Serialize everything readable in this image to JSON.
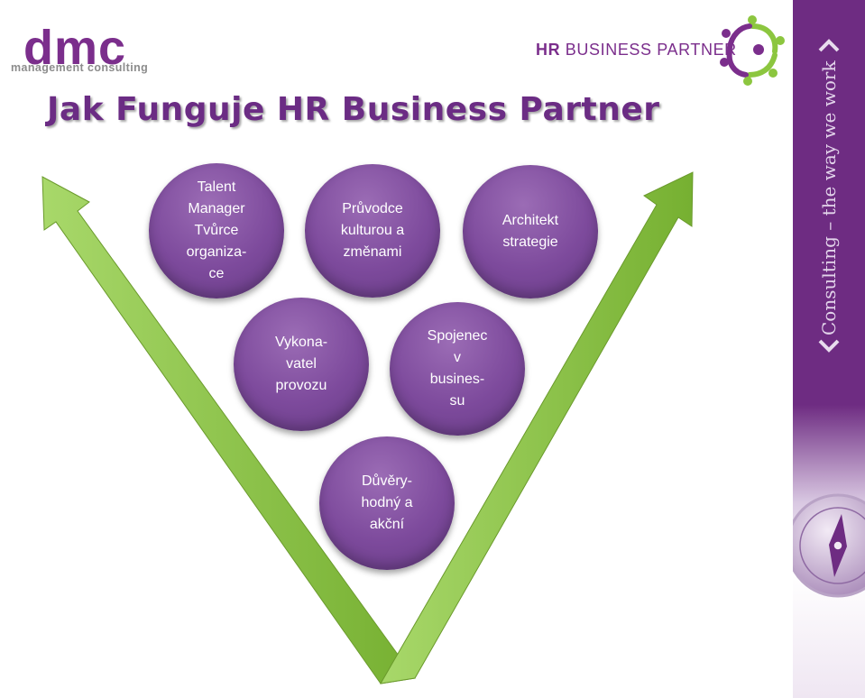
{
  "header": {
    "dmc_logo": {
      "word": "dmc",
      "tagline": "management consulting"
    },
    "hr_logo": {
      "bold": "HR",
      "rest": " BUSINESS PARTNER"
    }
  },
  "title": "Jak Funguje HR Business Partner",
  "roles": [
    {
      "label": "Talent\nManager\nTvůrce\norganiza-\nce"
    },
    {
      "label": "Průvodce\nkulturou a\nzměnami"
    },
    {
      "label": "Architekt\nstrategie"
    },
    {
      "label": "Vykona-\nvatel\nprovozu"
    },
    {
      "label": "Spojenec\nv\nbusines-\nsu"
    },
    {
      "label": "Důvěry-\nhodný a\nakční"
    }
  ],
  "sidebar": {
    "text": "Consulting – the way we work",
    "accent": "#6e2c82"
  },
  "colors": {
    "circle": "#7d4a9c",
    "arrow": "#8cc63f",
    "title": "#6b2c84"
  }
}
